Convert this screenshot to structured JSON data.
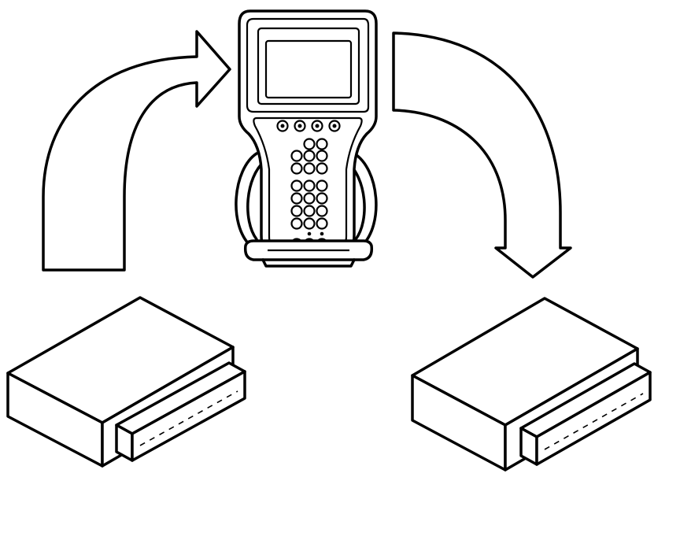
{
  "diagram": {
    "components": [
      {
        "id": "source-module",
        "icon": "control-module-icon",
        "role": "source"
      },
      {
        "id": "scan-tool",
        "icon": "handheld-scan-tool-icon",
        "role": "transfer-device"
      },
      {
        "id": "target-module",
        "icon": "control-module-icon",
        "role": "destination"
      }
    ],
    "arrows": [
      {
        "from": "source-module",
        "to": "scan-tool",
        "icon": "curved-arrow-up-right-icon"
      },
      {
        "from": "scan-tool",
        "to": "target-module",
        "icon": "curved-arrow-down-right-icon"
      }
    ],
    "colors": {
      "line": "#000000",
      "background": "#ffffff"
    }
  }
}
